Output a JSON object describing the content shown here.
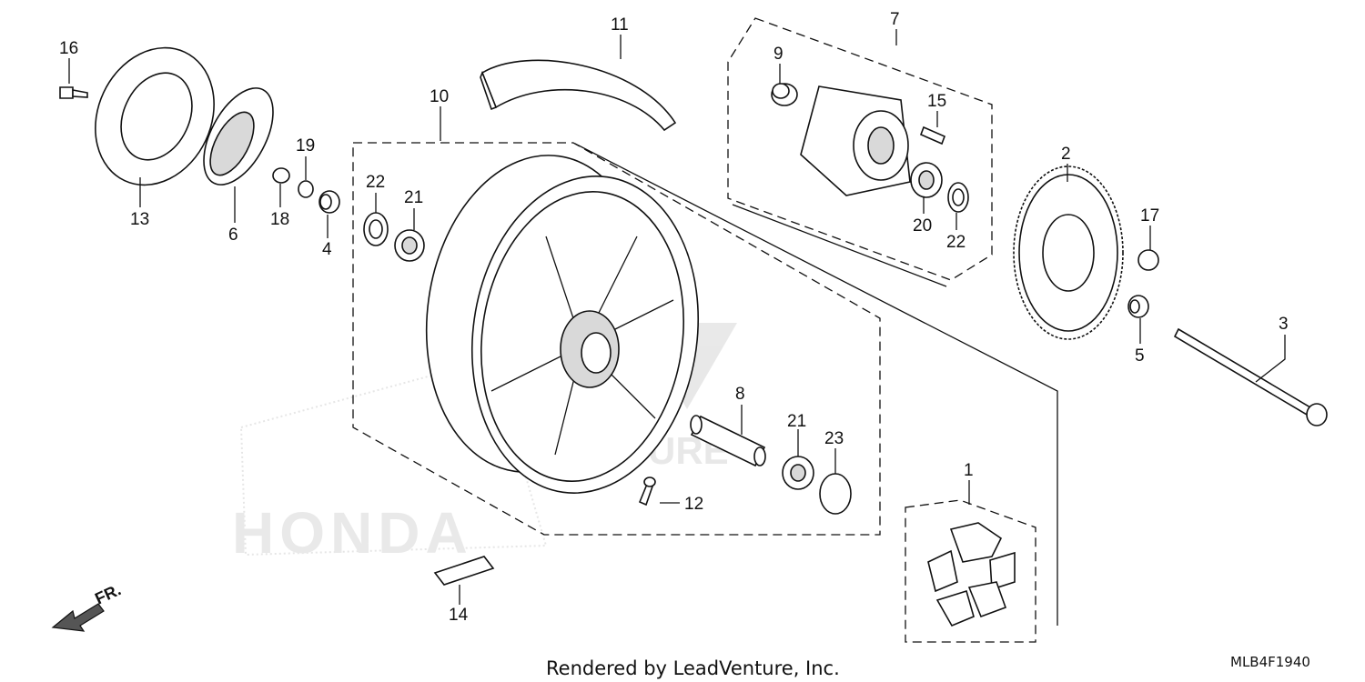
{
  "callouts": [
    "1",
    "2",
    "3",
    "4",
    "5",
    "6",
    "7",
    "8",
    "9",
    "10",
    "11",
    "12",
    "13",
    "14",
    "15",
    "16",
    "17",
    "18",
    "19",
    "20",
    "21",
    "22",
    "23"
  ],
  "watermark": {
    "brand": "HONDA",
    "dealer_suffix": "VENTURE"
  },
  "direction_label": "FR.",
  "footer": {
    "credit": "Rendered by LeadVenture, Inc.",
    "code": "MLB4F1940"
  }
}
